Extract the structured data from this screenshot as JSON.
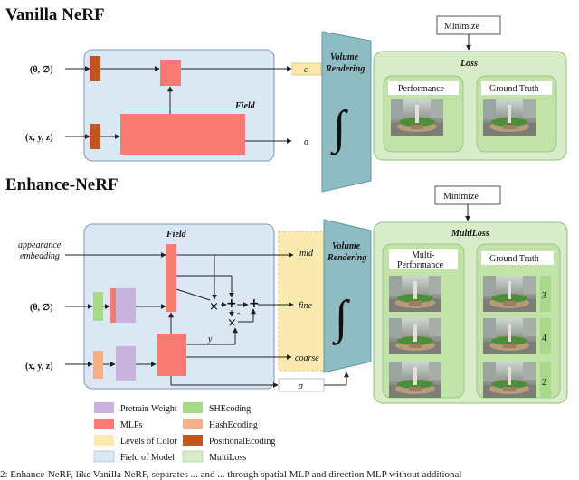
{
  "vanilla": {
    "title": "Vanilla NeRF",
    "field_label": "Field",
    "input_dir": "(θ, ∅)",
    "input_pos": "(x, y, z)",
    "out_c": "c",
    "out_sigma": "σ",
    "volume_line1": "Volume",
    "volume_line2": "Rendering",
    "integral": "∫",
    "minimize": "Minimize",
    "loss_title": "Loss",
    "panel_left": "Performance",
    "panel_right": "Ground Truth"
  },
  "enhance": {
    "title": "Enhance-NeRF",
    "field_label": "Field",
    "input_app_line1": "appearance",
    "input_app_line2": "embedding",
    "input_dir": "(θ, ∅)",
    "input_pos": "(x, y, z)",
    "out_mid": "mid",
    "out_fine": "fine",
    "out_coarse": "coarse",
    "out_sigma": "σ",
    "y_label": "y",
    "minus_label": "-",
    "volume_line1": "Volume",
    "volume_line2": "Rendering",
    "integral": "∫",
    "minimize": "Minimize",
    "loss_title": "MultiLoss",
    "panel_left_line1": "Multi-",
    "panel_left_line2": "Performance",
    "panel_right": "Ground Truth",
    "row_numbers": [
      "3",
      "4",
      "2"
    ]
  },
  "legend": [
    {
      "label": "Pretrain Weight",
      "color": "#c9b3dc"
    },
    {
      "label": "SHEcoding",
      "color": "#a8d88a"
    },
    {
      "label": "MLPs",
      "color": "#f77b72"
    },
    {
      "label": "HashEcoding",
      "color": "#f5b08a"
    },
    {
      "label": "Levels of Color",
      "color": "#fbeab0"
    },
    {
      "label": "PositionalEcoding",
      "color": "#c0561a"
    },
    {
      "label": "Field of Model",
      "color": "#dbe7f3"
    },
    {
      "label": "MultiLoss",
      "color": "#d9ecc9"
    }
  ],
  "colors": {
    "field_bg": "#dbe7f3",
    "mlp": "#f77b72",
    "pos_enc": "#c0561a",
    "pretrain": "#c9b3dc",
    "sh": "#a8d88a",
    "hash": "#f5b08a",
    "levels": "#fbeab0",
    "volume": "#8fbcc3",
    "loss_bg": "#d9ecc9",
    "panel_bg": "#c3e2a9"
  },
  "caption": "2: Enhance-NeRF, like Vanilla NeRF, separates ... and ... through spatial MLP and direction MLP without additional"
}
